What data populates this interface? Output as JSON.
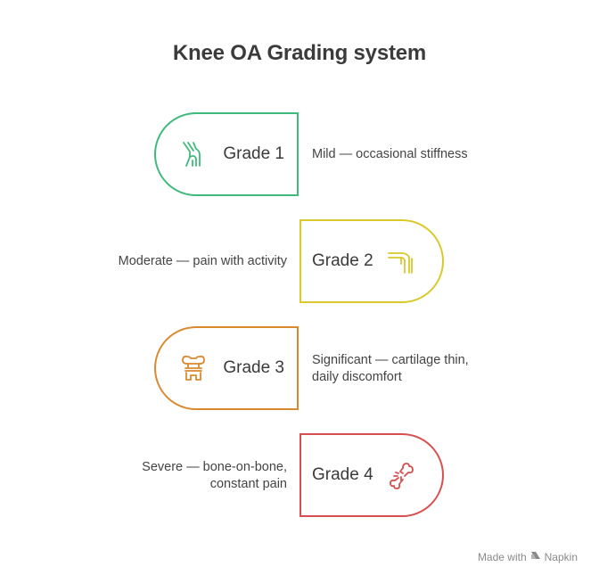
{
  "title": "Knee OA Grading system",
  "grades": [
    {
      "label": "Grade 1",
      "description_lines": [
        "Mild — occasional stiffness"
      ],
      "color": "#3fba7c",
      "icon": "knee-joint-icon"
    },
    {
      "label": "Grade 2",
      "description_lines": [
        "Moderate — pain with activity"
      ],
      "color": "#d9c92a",
      "icon": "bent-knee-icon"
    },
    {
      "label": "Grade 3",
      "description_lines": [
        "Significant — cartilage thin,",
        "daily discomfort"
      ],
      "color": "#d98a2f",
      "icon": "joint-gap-icon"
    },
    {
      "label": "Grade 4",
      "description_lines": [
        "Severe — bone-on-bone,",
        "constant pain"
      ],
      "color": "#d84f4f",
      "icon": "broken-bone-icon"
    }
  ],
  "footer": {
    "made_with": "Made with",
    "brand": "Napkin"
  }
}
